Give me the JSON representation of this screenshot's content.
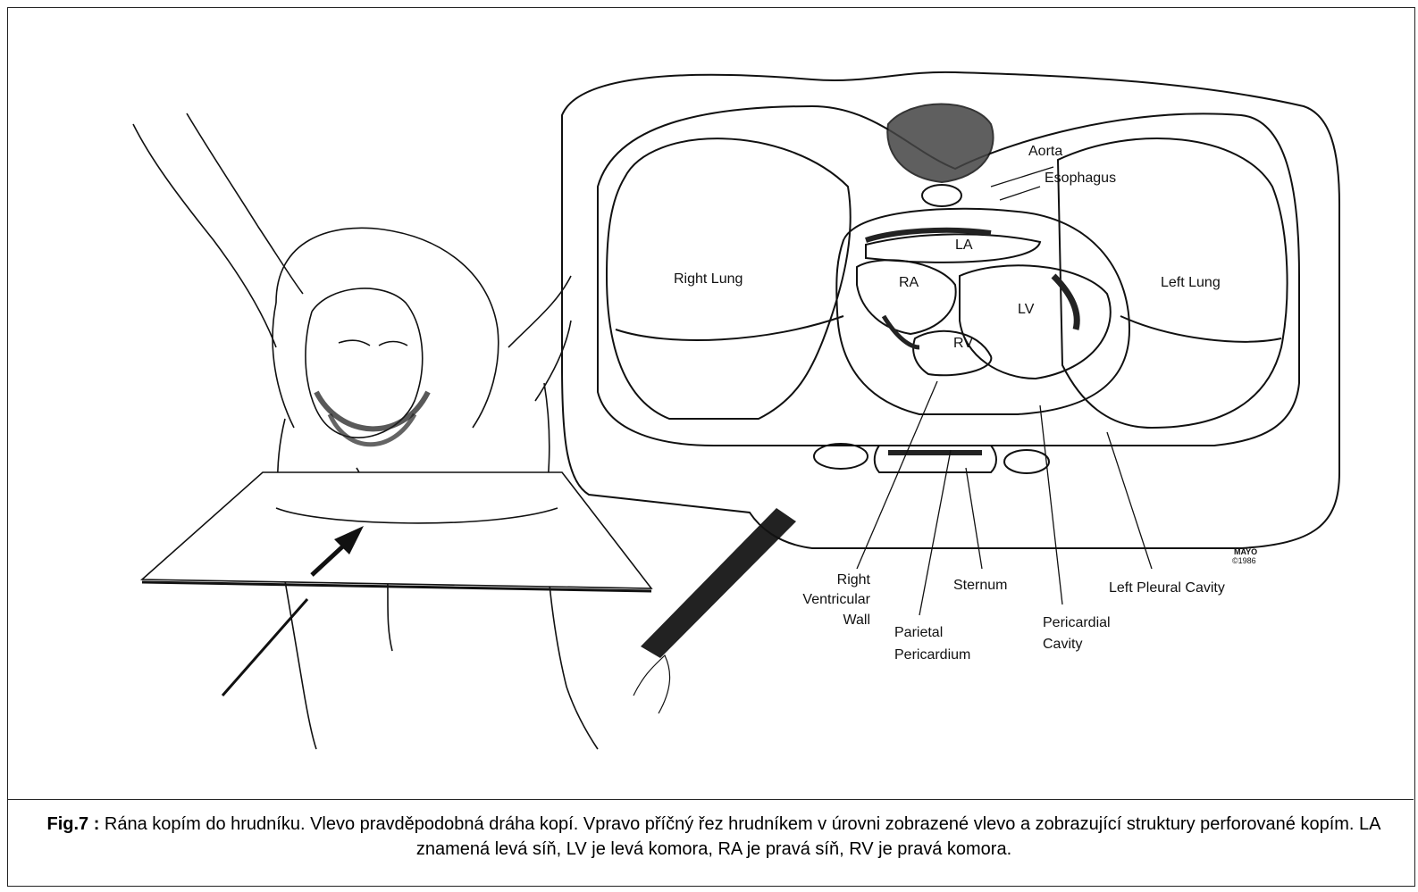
{
  "figure": {
    "labels": {
      "aorta": "Aorta",
      "esophagus": "Esophagus",
      "right_lung": "Right Lung",
      "left_lung": "Left Lung",
      "la": "LA",
      "ra": "RA",
      "lv": "LV",
      "rv": "RV",
      "rv_wall_1": "Right",
      "rv_wall_2": "Ventricular",
      "rv_wall_3": "Wall",
      "sternum": "Sternum",
      "left_pleural_cavity": "Left Pleural Cavity",
      "parietal_1": "Parietal",
      "parietal_2": "Pericardium",
      "pericardial_1": "Pericardial",
      "pericardial_2": "Cavity",
      "mayo_1": "MAYO",
      "mayo_2": "©1986"
    }
  },
  "caption": {
    "prefix": "Fig.7 :",
    "text": " Rána kopím do hrudníku. Vlevo pravděpodobná dráha kopí. Vpravo příčný řez hrudníkem v úrovni zobrazené vlevo a zobrazující struktury perforované kopím. LA znamená levá síň, LV je levá komora, RA je pravá síň, RV je pravá komora."
  }
}
